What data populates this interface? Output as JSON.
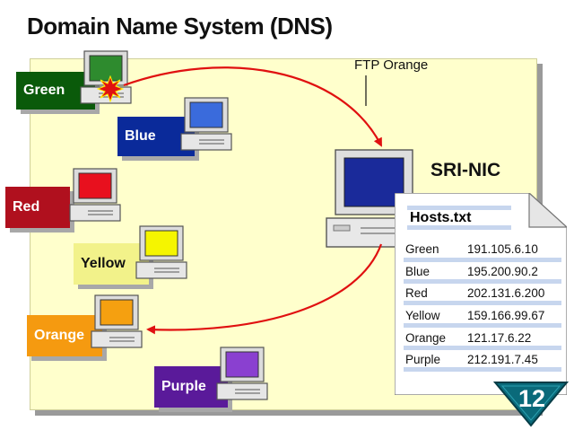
{
  "title": "Domain Name System (DNS)",
  "ftp_label": "FTP Orange",
  "server_label": "SRI-NIC",
  "hosts_file": {
    "title": "Hosts.txt",
    "entries": [
      {
        "name": "Green",
        "ip": "191.105.6.10"
      },
      {
        "name": "Blue",
        "ip": "195.200.90.2"
      },
      {
        "name": "Red",
        "ip": "202.131.6.200"
      },
      {
        "name": "Yellow",
        "ip": "159.166.99.67"
      },
      {
        "name": "Orange",
        "ip": "121.17.6.22"
      },
      {
        "name": "Purple",
        "ip": "212.191.7.45"
      }
    ]
  },
  "hosts": [
    {
      "label": "Green",
      "color": "#0a5a0a",
      "screen": "#2e8b2e",
      "text": "#ffffff"
    },
    {
      "label": "Blue",
      "color": "#0a2a9a",
      "screen": "#3a6bdc",
      "text": "#ffffff"
    },
    {
      "label": "Red",
      "color": "#b0101e",
      "screen": "#e8101e",
      "text": "#ffffff"
    },
    {
      "label": "Yellow",
      "color": "#f2f28a",
      "screen": "#f5f500",
      "text": "#111111"
    },
    {
      "label": "Orange",
      "color": "#f59a10",
      "screen": "#f5a010",
      "text": "#ffffff"
    },
    {
      "label": "Purple",
      "color": "#5a1a9a",
      "screen": "#8a40d0",
      "text": "#ffffff"
    }
  ],
  "slide_number": "12",
  "colors": {
    "arrow": "#e01010",
    "board": "#ffffcc",
    "server_screen": "#1a2a9a",
    "badge": "#0a6a7a"
  }
}
